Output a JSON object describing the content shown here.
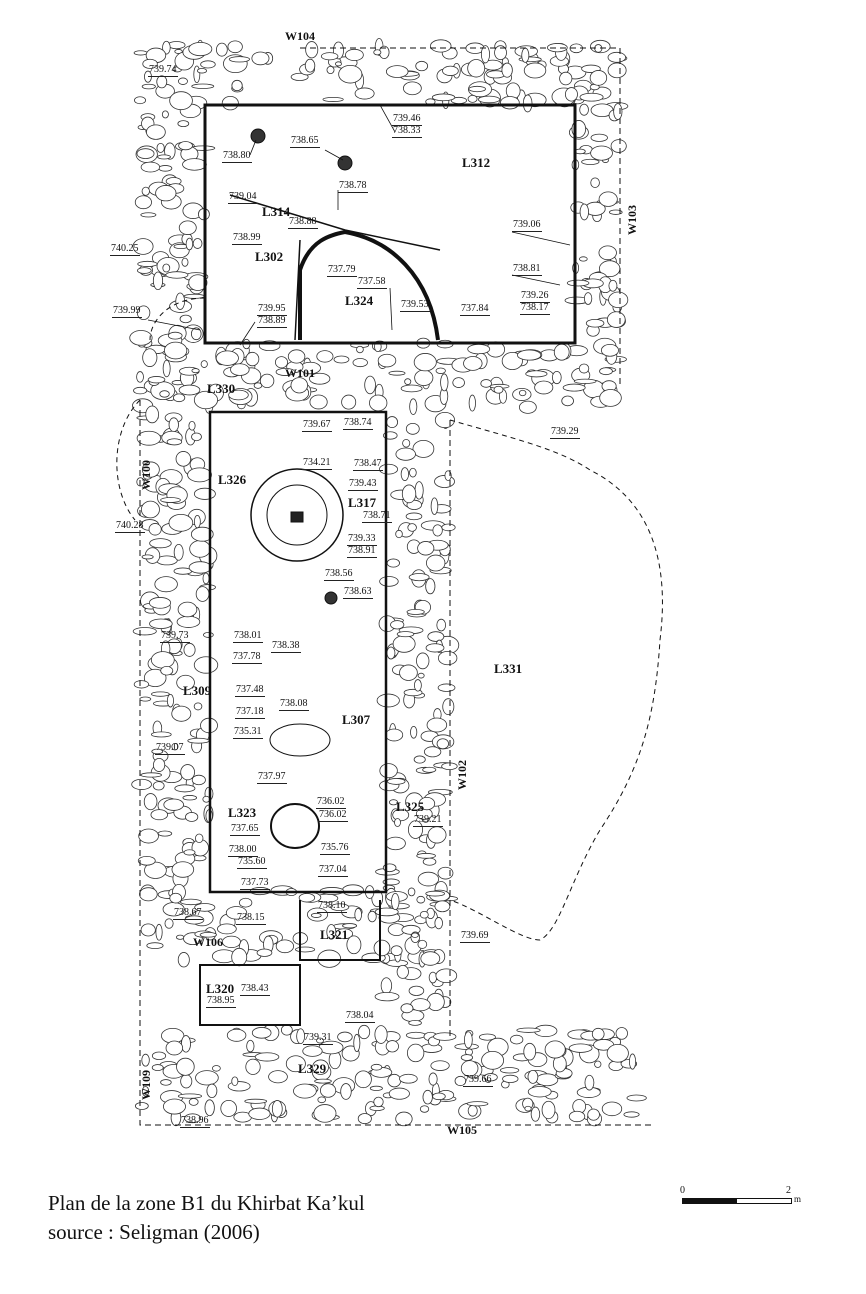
{
  "caption": {
    "title": "Plan de la zone B1 du Khirbat Ka’kul",
    "source": "source : Seligman (2006)"
  },
  "scale_bar": {
    "start": "0",
    "end": "2",
    "unit": "m"
  },
  "walls": [
    "W104",
    "W103",
    "W101",
    "W100",
    "W102",
    "W106",
    "W109",
    "W105"
  ],
  "loci": [
    "L312",
    "L314",
    "L302",
    "L324",
    "L330",
    "L326",
    "L317",
    "L331",
    "L309",
    "L307",
    "L325",
    "L323",
    "L321",
    "L320",
    "L329"
  ],
  "elevations": [
    "739.74",
    "739.46",
    "738.33",
    "738.80",
    "738.65",
    "739.04",
    "738.78",
    "738.88",
    "738.99",
    "739.06",
    "740.25",
    "737.79",
    "738.81",
    "737.58",
    "739.53",
    "737.84",
    "739.26",
    "738.17",
    "739.99",
    "739.95",
    "738.89",
    "739.67",
    "738.74",
    "739.29",
    "734.21",
    "738.47",
    "739.43",
    "738.71",
    "740.28",
    "739.33",
    "738.91",
    "738.56",
    "738.63",
    "739.73",
    "738.01",
    "738.38",
    "737.78",
    "737.48",
    "738.08",
    "737.18",
    "739.07",
    "735.31",
    "737.97",
    "736.02",
    "736.02",
    "739.21",
    "737.65",
    "738.00",
    "735.76",
    "735.60",
    "737.04",
    "737.73",
    "738.10",
    "738.67",
    "738.15",
    "739.69",
    "738.43",
    "738.95",
    "738.04",
    "739.31",
    "739.66",
    "738.96"
  ]
}
